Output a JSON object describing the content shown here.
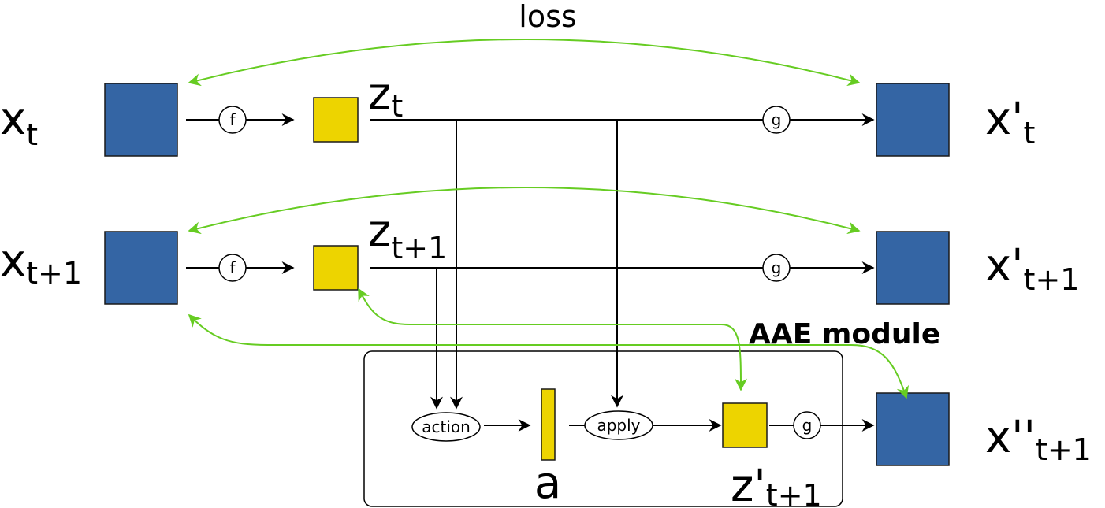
{
  "loss_label": "loss",
  "module_label": "AAE module",
  "colors": {
    "image_block": "#3465a4",
    "latent_block": "#edd400",
    "loss_arrow": "#66cc22",
    "arrow": "#000000"
  },
  "rows": [
    {
      "input": {
        "base": "x",
        "sub": "t"
      },
      "latent": {
        "base": "z",
        "sub": "t"
      },
      "encoder": "f",
      "decoder": "g",
      "output": {
        "base": "x'",
        "sub": "t"
      }
    },
    {
      "input": {
        "base": "x",
        "sub": "t+1"
      },
      "latent": {
        "base": "z",
        "sub": "t+1"
      },
      "encoder": "f",
      "decoder": "g",
      "output": {
        "base": "x'",
        "sub": "t+1"
      }
    }
  ],
  "module": {
    "action_node": "action",
    "apply_node": "apply",
    "action_var": "a",
    "latent_pred": {
      "base": "z'",
      "sub": "t+1"
    },
    "decoder": "g",
    "output": {
      "base": "x''",
      "sub": "t+1"
    }
  }
}
